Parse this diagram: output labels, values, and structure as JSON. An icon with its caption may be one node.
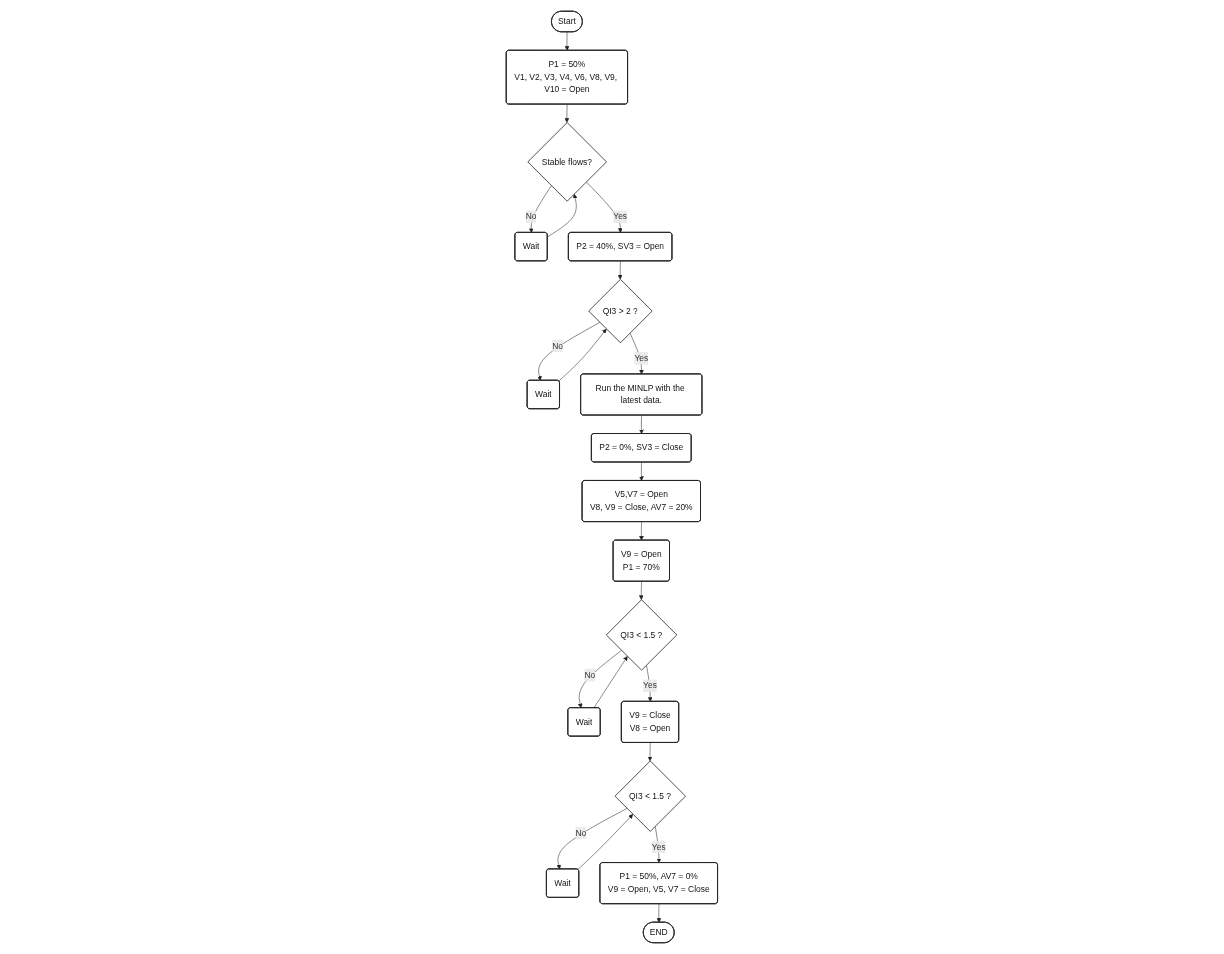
{
  "diagram": {
    "nodes": [
      {
        "text": [
          "Start"
        ]
      },
      {
        "text": [
          "P1 = 50%",
          "V1, V2, V3, V4, V6, V8, V9, V10 = Open"
        ]
      },
      {
        "text": [
          "Stable flows?"
        ]
      },
      {
        "text": [
          "Wait"
        ]
      },
      {
        "text": [
          "P2 = 40%, SV3 = Open"
        ]
      },
      {
        "text": [
          "QI3 > 2 ?"
        ]
      },
      {
        "text": [
          "Wait"
        ]
      },
      {
        "text": [
          "Run the MINLP with the latest data."
        ]
      },
      {
        "text": [
          "P2 = 0%, SV3 = Close"
        ]
      },
      {
        "text": [
          "V5,V7 = Open",
          "V8, V9 = Close, AV7 = 20%"
        ]
      },
      {
        "text": [
          "V9 = Open",
          "P1 = 70%"
        ]
      },
      {
        "text": [
          "QI3 < 1.5 ?"
        ]
      },
      {
        "text": [
          "Wait"
        ]
      },
      {
        "text": [
          "V9 = Close",
          "V8 = Open"
        ]
      },
      {
        "text": [
          "QI3 < 1.5 ?"
        ]
      },
      {
        "text": [
          "Wait"
        ]
      },
      {
        "text": [
          "P1 = 50%, AV7 = 0%",
          "V9 = Open, V5, V7 = Close"
        ]
      },
      {
        "text": [
          "END"
        ]
      }
    ],
    "edges": [
      {
        "from": 0,
        "to": 1,
        "arrow": "to"
      },
      {
        "from": 1,
        "to": 2,
        "arrow": "to"
      },
      {
        "from": 2,
        "to": 3,
        "arrow": "to",
        "label": "No"
      },
      {
        "from": 3,
        "to": 2,
        "arrow": "to"
      },
      {
        "from": 2,
        "to": 4,
        "arrow": "to",
        "label": "Yes"
      },
      {
        "from": 4,
        "to": 5,
        "arrow": "to"
      },
      {
        "from": 5,
        "to": 6,
        "arrow": "to",
        "label": "No"
      },
      {
        "from": 6,
        "to": 5,
        "arrow": "to"
      },
      {
        "from": 5,
        "to": 7,
        "arrow": "to",
        "label": "Yes"
      },
      {
        "from": 7,
        "to": 8,
        "arrow": "to"
      },
      {
        "from": 8,
        "to": 9,
        "arrow": "to"
      },
      {
        "from": 9,
        "to": 10,
        "arrow": "to"
      },
      {
        "from": 10,
        "to": 11,
        "arrow": "to"
      },
      {
        "from": 11,
        "to": 12,
        "arrow": "to",
        "label": "No"
      },
      {
        "from": 12,
        "to": 11,
        "arrow": "to"
      },
      {
        "from": 11,
        "to": 13,
        "arrow": "to",
        "label": "Yes"
      },
      {
        "from": 13,
        "to": 14,
        "arrow": "to"
      },
      {
        "from": 14,
        "to": 15,
        "arrow": "to",
        "label": "No"
      },
      {
        "from": 15,
        "to": 14,
        "arrow": "to"
      },
      {
        "from": 14,
        "to": 16,
        "arrow": "to",
        "label": "Yes"
      },
      {
        "from": 16,
        "to": 17,
        "arrow": "to"
      }
    ]
  }
}
